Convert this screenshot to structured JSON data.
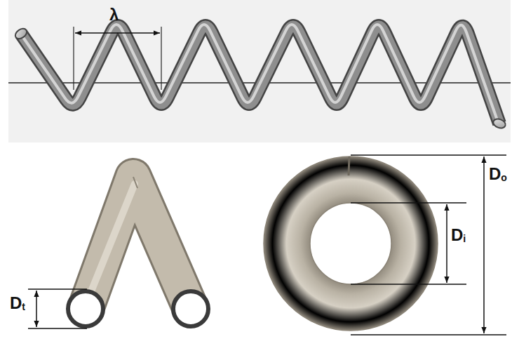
{
  "diagram": {
    "labels": [
      "λ",
      "Dt",
      "Di",
      "Do"
    ]
  }
}
